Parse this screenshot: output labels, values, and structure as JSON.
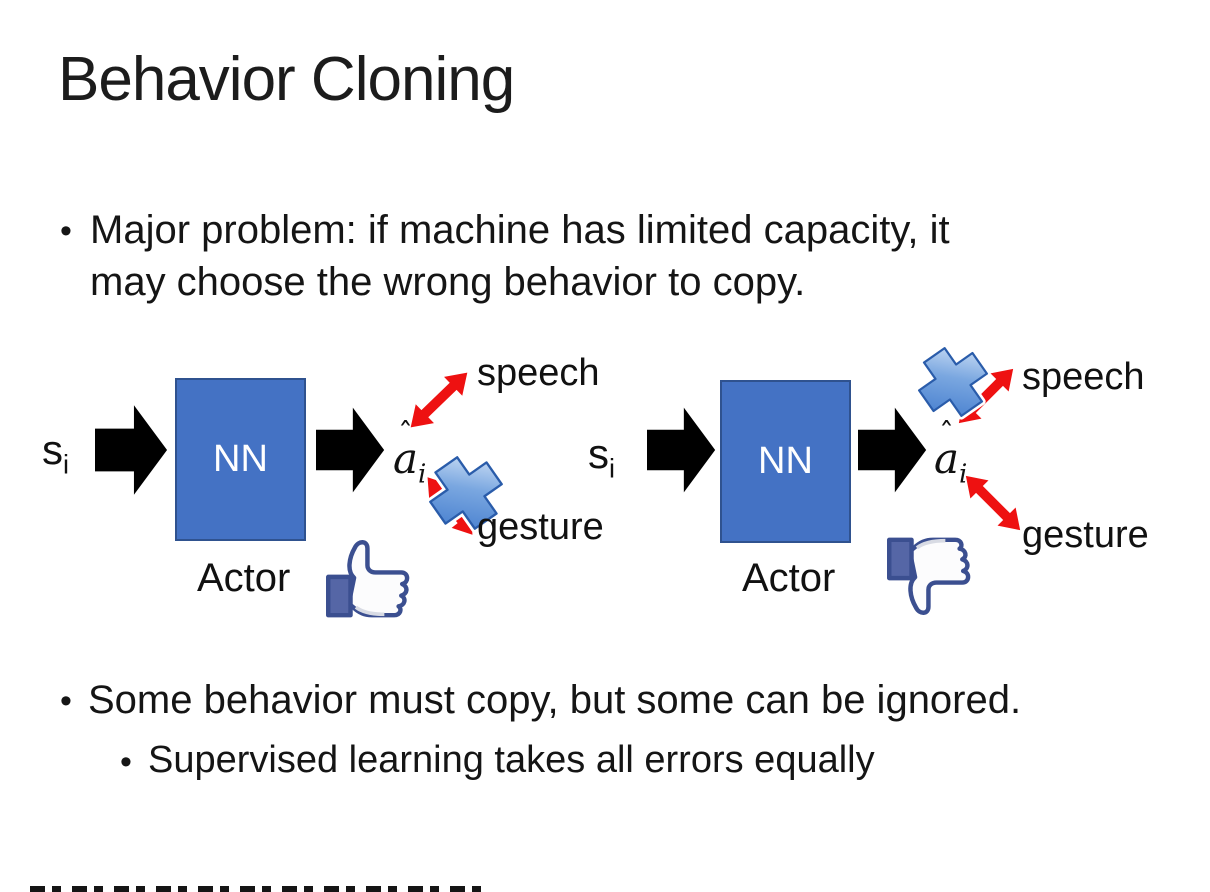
{
  "slide": {
    "title": "Behavior Cloning",
    "bullet_char": "•",
    "bullets": {
      "major_line1": "Major problem: if machine has limited capacity, it",
      "major_line2": "may choose the wrong behavior to copy.",
      "some_behavior": "Some behavior must copy, but some can be ignored.",
      "supervised": "Supervised learning takes all errors equally"
    }
  },
  "diagram": {
    "input_label": {
      "base": "s",
      "sub": "i"
    },
    "nn_label": "NN",
    "output_label": {
      "hat": "ˆ",
      "base": "a",
      "sub": "i"
    },
    "actor_label": "Actor",
    "speech_label": "speech",
    "gesture_label": "gesture",
    "left_instance": {
      "crossed_out": "gesture",
      "feedback": "thumbs-up"
    },
    "right_instance": {
      "crossed_out": "speech",
      "feedback": "thumbs-down"
    }
  },
  "icons": {
    "block_arrow": "block-arrow-right-icon",
    "cross": "blue-cross-x-icon",
    "double_arrow": "red-double-arrow-icon",
    "thumbs_up": "thumbs-up-icon",
    "thumbs_down": "thumbs-down-icon"
  },
  "colors": {
    "background": "#ffffff",
    "text": "#151515",
    "nn_fill": "#4472c4",
    "nn_border": "#2f528f",
    "arrow_black": "#000000",
    "arrow_red": "#ee1111",
    "cross_blue": "#4d84d1",
    "cross_edge": "#2a5caa",
    "thumb_outline": "#3b4f90",
    "thumb_cuff": "#5566a6"
  }
}
